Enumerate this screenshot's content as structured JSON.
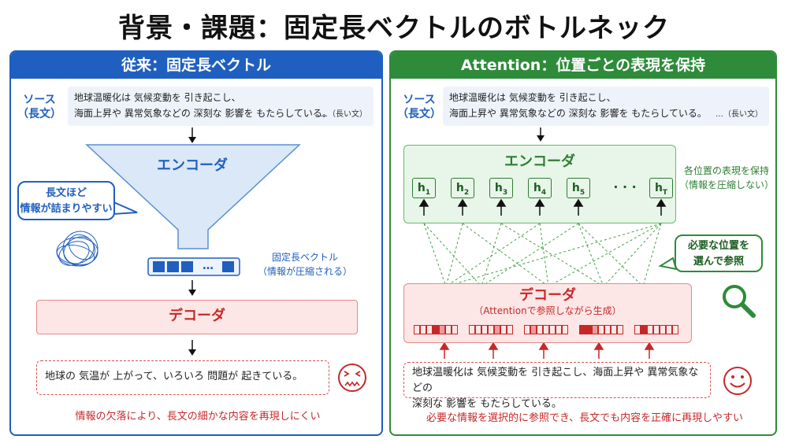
{
  "title": "背景・課題：固定長ベクトルのボトルネック",
  "left": {
    "header": "従来：固定長ベクトル",
    "source_label_1": "ソース",
    "source_label_2": "（長文）",
    "source_line1": "地球温暖化は 気候変動を 引き起こし、",
    "source_line2": "海面上昇や 異常気象などの 深刻な 影響を もたらしている。",
    "source_more": "…（長い文）",
    "encoder": "エンコーダ",
    "bubble_line1": "長文ほど",
    "bubble_line2": "情報が詰まりやすい",
    "vector_dots": "…",
    "vector_note_1": "固定長ベクトル",
    "vector_note_2": "（情報が圧縮される）",
    "decoder": "デコーダ",
    "output": "地球の 気温が 上がって、いろいろ 問題が 起きている。",
    "footer": "情報の欠落により、長文の細かな内容を再現しにくい"
  },
  "right": {
    "header": "Attention：位置ごとの表現を保持",
    "source_label_1": "ソース",
    "source_label_2": "（長文）",
    "source_line1": "地球温暖化は 気候変動を 引き起こし、",
    "source_line2": "海面上昇や 異常気象などの 深刻な 影響を もたらしている。",
    "source_more": "…（長い文）",
    "encoder": "エンコーダ",
    "hidden_states": [
      {
        "h": "h",
        "sub": "1"
      },
      {
        "h": "h",
        "sub": "2"
      },
      {
        "h": "h",
        "sub": "3"
      },
      {
        "h": "h",
        "sub": "4"
      },
      {
        "h": "h",
        "sub": "5"
      },
      {
        "h": "h",
        "sub": "T"
      }
    ],
    "hidden_dots": "· · ·",
    "keep_note_1": "各位置の表現を保持",
    "keep_note_2": "（情報を圧縮しない）",
    "bubble_line1": "必要な位置を",
    "bubble_line2": "選んで参照",
    "decoder": "デコーダ",
    "decoder_sub": "（Attentionで参照しながら生成）",
    "output_line1": "地球温暖化は 気候変動を 引き起こし、海面上昇や 異常気象などの",
    "output_line2": "深刻な 影響を もたらしている。",
    "footer": "必要な情報を選択的に参照でき、長文でも内容を正確に再現しやすい"
  },
  "colors": {
    "blue": "#1f5fbf",
    "green": "#2e8b3a",
    "red": "#c62828"
  }
}
